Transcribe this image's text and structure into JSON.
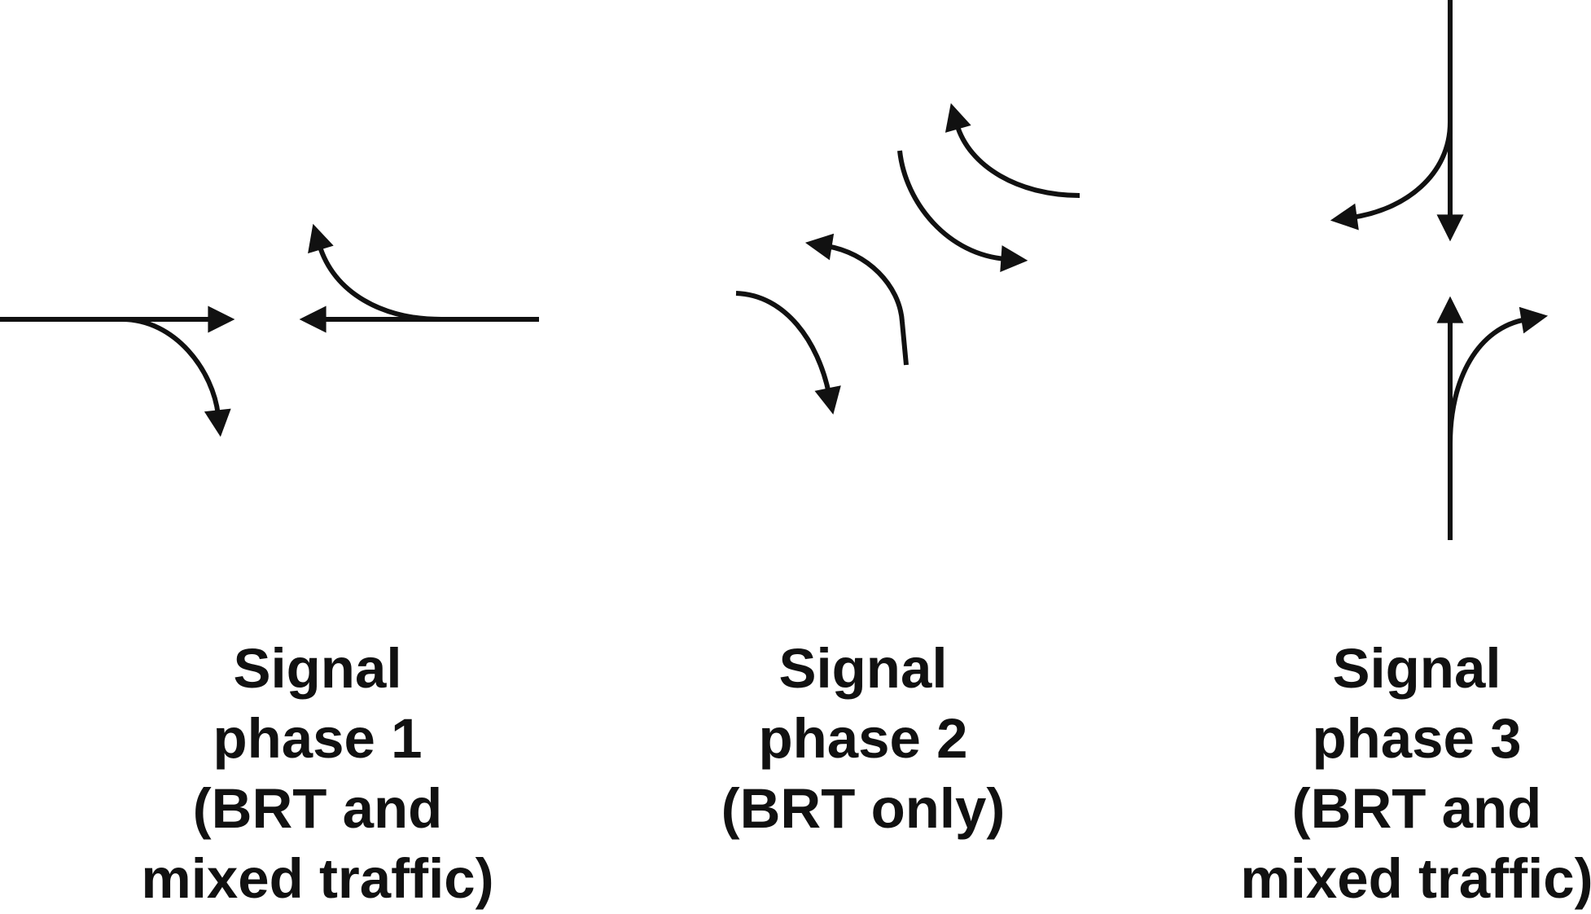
{
  "colors": {
    "stroke": "#111111",
    "background": "#ffffff"
  },
  "phases": [
    {
      "label_lines": [
        "Signal",
        "phase 1",
        "(BRT and",
        "mixed traffic)"
      ]
    },
    {
      "label_lines": [
        "Signal",
        "phase 2",
        "(BRT only)"
      ]
    },
    {
      "label_lines": [
        "Signal",
        "phase 3",
        "(BRT and",
        "mixed traffic)"
      ]
    }
  ]
}
